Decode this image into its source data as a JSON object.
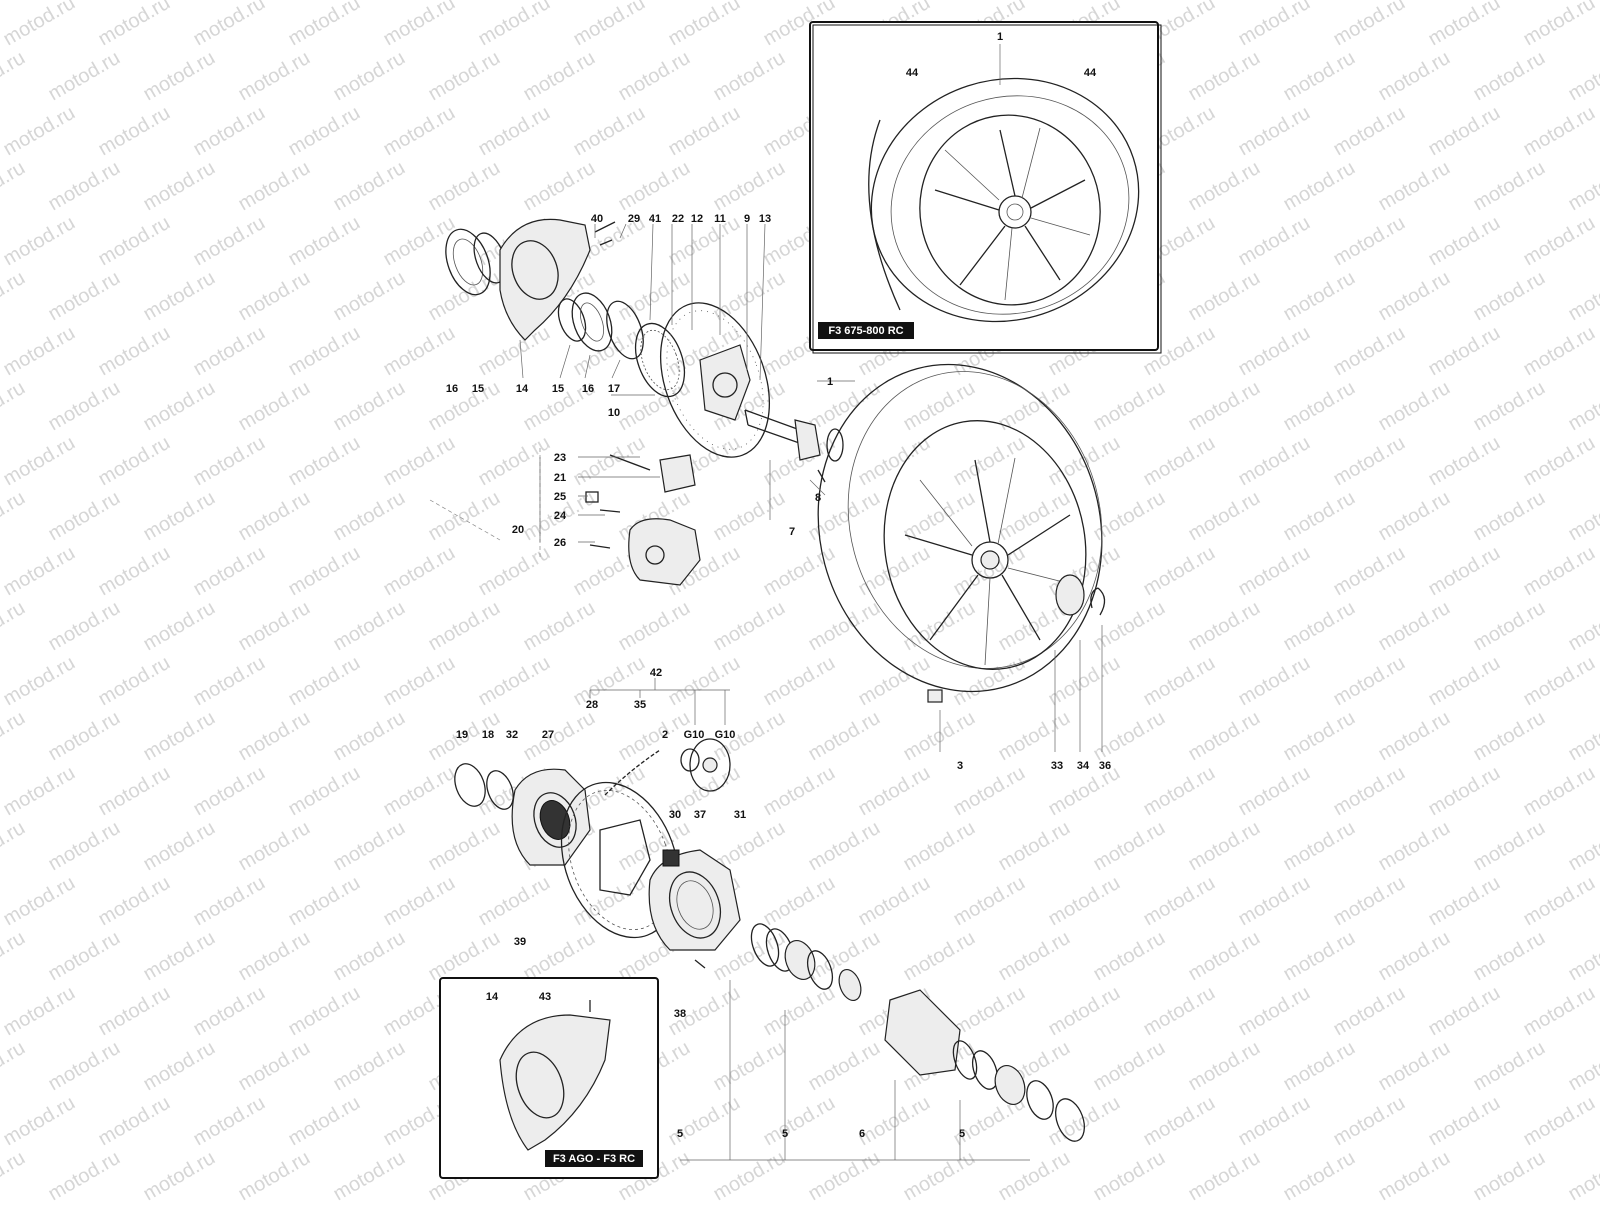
{
  "watermark": {
    "text": "motod.ru",
    "color": "#d6d6d6"
  },
  "insets": {
    "top_right": {
      "label": "F3 675-800 RC"
    },
    "bottom_left": {
      "label": "F3 AGO - F3 RC"
    }
  },
  "callouts": {
    "inset_tr_1": "1",
    "inset_tr_44a": "44",
    "inset_tr_44b": "44",
    "c40": "40",
    "c29": "29",
    "c41": "41",
    "c22": "22",
    "c12": "12",
    "c11": "11",
    "c9": "9",
    "c13": "13",
    "c16a": "16",
    "c15a": "15",
    "c14": "14",
    "c15b": "15",
    "c16b": "16",
    "c17": "17",
    "c10": "10",
    "c1": "1",
    "c23": "23",
    "c21": "21",
    "c25": "25",
    "c24": "24",
    "c20": "20",
    "c26": "26",
    "c8": "8",
    "c7": "7",
    "c42": "42",
    "c28": "28",
    "c35": "35",
    "c19": "19",
    "c18": "18",
    "c32": "32",
    "c27": "27",
    "c2": "2",
    "cG10a": "G10",
    "cG10b": "G10",
    "c30": "30",
    "c37": "37",
    "c31": "31",
    "c39": "39",
    "c38": "38",
    "c3": "3",
    "c33": "33",
    "c34": "34",
    "c36": "36",
    "inset_bl_14": "14",
    "inset_bl_43": "43",
    "c5a": "5",
    "c5b": "5",
    "c6": "6",
    "c5c": "5"
  }
}
